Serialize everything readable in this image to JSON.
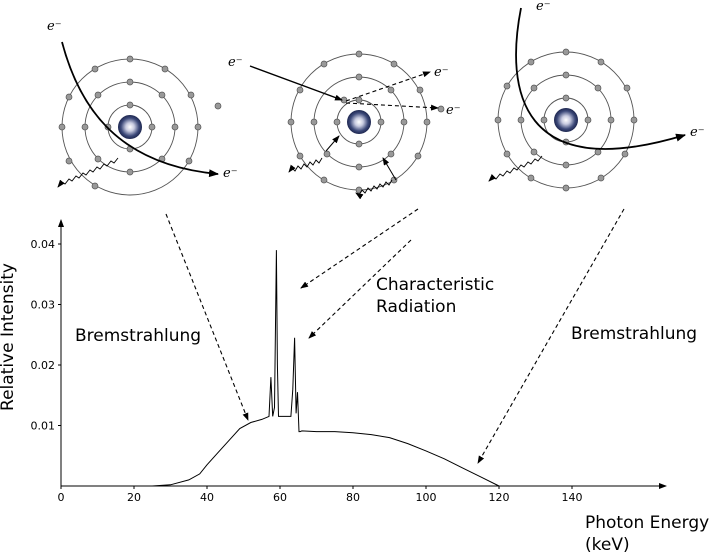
{
  "labels": {
    "bremsstrahlung_left": "Bremstrahlung",
    "bremsstrahlung_right": "Bremstrahlung",
    "characteristic_line1": "Characteristic",
    "characteristic_line2": "Radiation",
    "y_axis": "Relative Intensity",
    "x_axis_line1": "Photon Energy",
    "x_axis_line2": "(keV)",
    "electron": "e⁻"
  },
  "chart_data": {
    "type": "line",
    "xlabel": "Photon Energy (keV)",
    "ylabel": "Relative Intensity",
    "xlim": [
      0,
      160
    ],
    "ylim": [
      0,
      0.045
    ],
    "x_ticks": [
      "0",
      "20",
      "40",
      "60",
      "80",
      "100",
      "120",
      "140"
    ],
    "y_ticks": [
      "0.01",
      "0.02",
      "0.03",
      "0.04"
    ],
    "series": [
      {
        "x": [
          25,
          30,
          35,
          38,
          40,
          43,
          46,
          49,
          52,
          55,
          57,
          57.5,
          58,
          58.5,
          59,
          59.3,
          59.6,
          60,
          63,
          63.5,
          64,
          64.4,
          64.8,
          65.2,
          65.5,
          66,
          70,
          75,
          80,
          85,
          90,
          95,
          100,
          105,
          110,
          115,
          120
        ],
        "y": [
          0,
          0.0002,
          0.001,
          0.002,
          0.0035,
          0.0055,
          0.0075,
          0.0095,
          0.0105,
          0.011,
          0.0115,
          0.018,
          0.0115,
          0.013,
          0.039,
          0.02,
          0.0115,
          0.0115,
          0.0115,
          0.016,
          0.0245,
          0.012,
          0.0155,
          0.009,
          0.009,
          0.0091,
          0.009,
          0.009,
          0.0088,
          0.0085,
          0.008,
          0.007,
          0.0058,
          0.0045,
          0.003,
          0.0015,
          0
        ]
      }
    ]
  }
}
